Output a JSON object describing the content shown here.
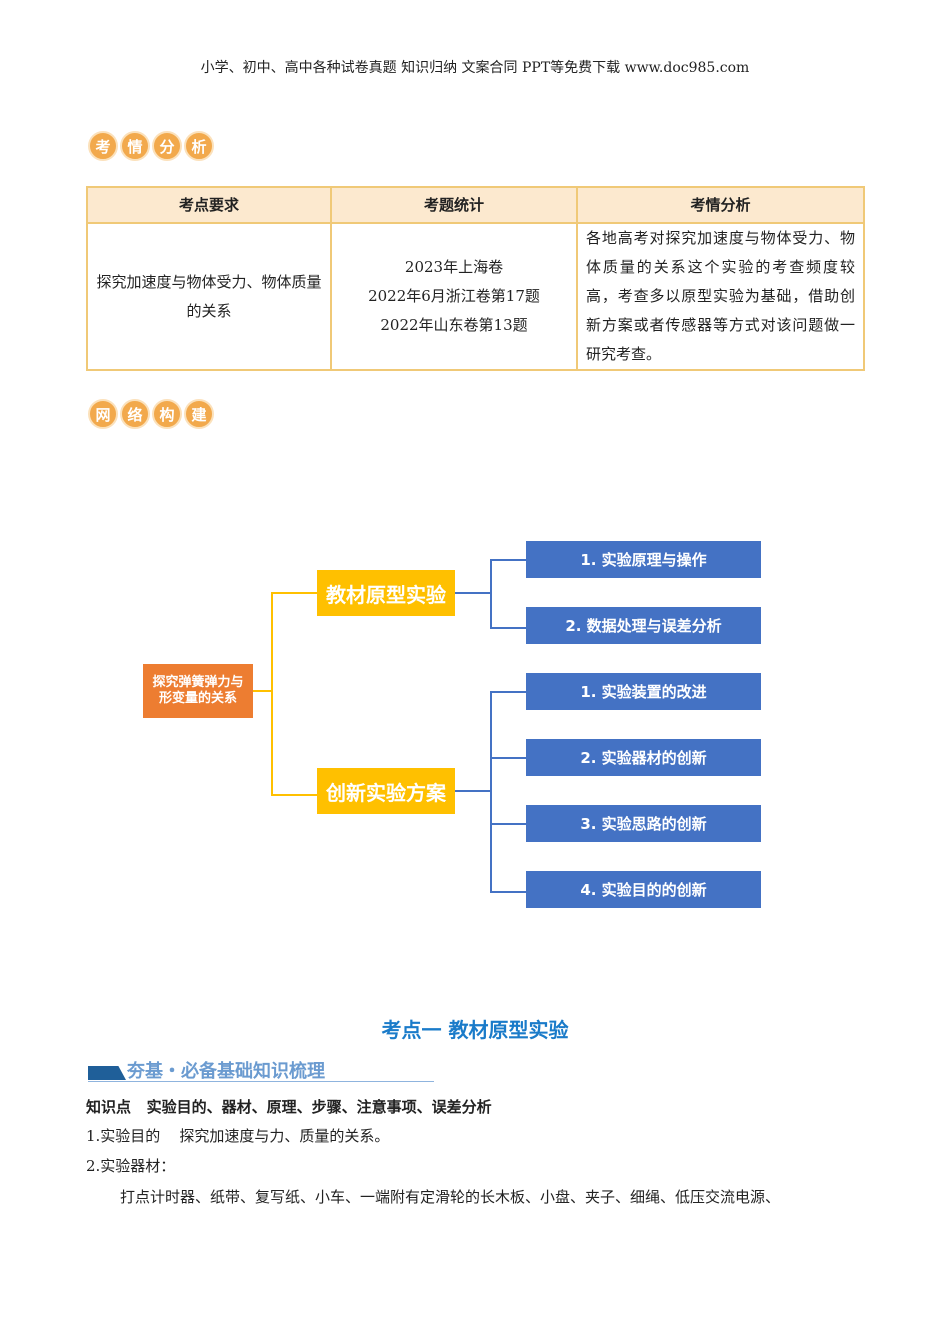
{
  "header": "小学、初中、高中各种试卷真题  知识归纳  文案合同  PPT等免费下载      www.doc985.com",
  "badge1": [
    "考",
    "情",
    "分",
    "析"
  ],
  "badge2": [
    "网",
    "络",
    "构",
    "建"
  ],
  "table": {
    "headers": [
      "考点要求",
      "考题统计",
      "考情分析"
    ],
    "col1": "探究加速度与物体受力、物体质量的关系",
    "col2": [
      "2023年上海卷",
      "2022年6月浙江卷第17题",
      "2022年山东卷第13题"
    ],
    "col3": "各地高考对探究加速度与物体受力、物体质量的关系这个实验的考查频度较高，考查多以原型实验为基础，借助创新方案或者传感器等方式对该问题做一研究考查。"
  },
  "mindmap": {
    "root": "探究弹簧弹力与形变量的关系",
    "branches": [
      "教材原型实验",
      "创新实验方案"
    ],
    "leaves": [
      "1. 实验原理与操作",
      "2. 数据处理与误差分析",
      "1. 实验装置的改进",
      "2. 实验器材的创新",
      "3. 实验思路的创新",
      "4. 实验目的的创新"
    ]
  },
  "section_title": "考点一  教材原型实验",
  "subsection": "夯基・必备基础知识梳理",
  "knowledge": "知识点   实验目的、器材、原理、步骤、注意事项、误差分析",
  "p1": "1.实验目的    探究加速度与力、质量的关系。",
  "p2": "2.实验器材：",
  "p3": "打点计时器、纸带、复写纸、小车、一端附有定滑轮的长木板、小盘、夹子、细绳、低压交流电源、"
}
